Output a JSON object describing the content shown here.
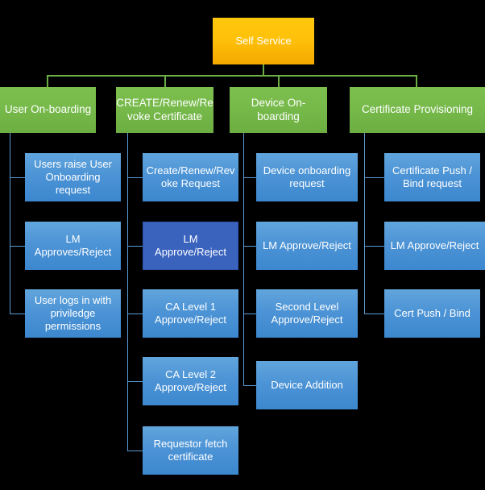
{
  "diagram": {
    "title": "Self Service",
    "type": "org-chart",
    "colors": {
      "background": "#000000",
      "root_fill": "#FFC10A",
      "level1_fill": "#76B94A",
      "level2_fill": "#4D94D6",
      "level2_highlight_fill": "#3A63BE",
      "connector_green": "#6BAE43",
      "connector_blue": "#5B9BD5",
      "text": "#FFFFFF"
    },
    "root": {
      "label": "Self Service"
    },
    "branches": [
      {
        "label": "User On-boarding",
        "steps": [
          {
            "label": "Users raise User Onboarding request",
            "highlight": false
          },
          {
            "label": "LM Approves/Reject",
            "highlight": false
          },
          {
            "label": "User logs in with priviledge permissions",
            "highlight": false
          }
        ]
      },
      {
        "label": "CREATE/Renew/Revoke Certificate",
        "label_wrapped": "CREATE/Renew/Re\nvoke Certificate",
        "steps": [
          {
            "label": "Create/Renew/Revoke Request",
            "label_wrapped": "Create/Renew/Rev\noke Request",
            "highlight": false
          },
          {
            "label": "LM Approve/Reject",
            "highlight": true
          },
          {
            "label": "CA Level 1 Approve/Reject",
            "highlight": false
          },
          {
            "label": "CA Level 2 Approve/Reject",
            "highlight": false
          },
          {
            "label": "Requestor fetch certificate",
            "highlight": false
          }
        ]
      },
      {
        "label": "Device On-boarding",
        "steps": [
          {
            "label": "Device onboarding request",
            "highlight": false
          },
          {
            "label": "LM Approve/Reject",
            "highlight": false
          },
          {
            "label": "Second  Level Approve/Reject",
            "highlight": false
          },
          {
            "label": "Device Addition",
            "highlight": false
          }
        ]
      },
      {
        "label": "Certificate Provisioning",
        "steps": [
          {
            "label": "Certificate Push / Bind request",
            "highlight": false
          },
          {
            "label": "LM Approve/Reject",
            "highlight": false
          },
          {
            "label": "Cert Push / Bind",
            "highlight": false
          }
        ]
      }
    ]
  }
}
